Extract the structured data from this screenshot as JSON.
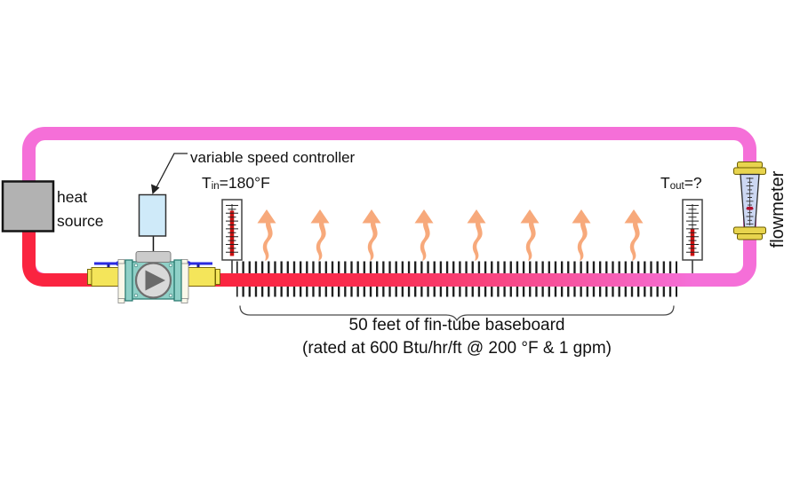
{
  "labels": {
    "variable_speed_controller": "variable speed controller",
    "heat_source_line1": "heat",
    "heat_source_line2": "source",
    "t_in": {
      "prefix": "T",
      "sub": "in",
      "value": "=180°F"
    },
    "t_out": {
      "prefix": "T",
      "sub": "out",
      "value": "=?"
    },
    "flowmeter": "flowmeter",
    "baseboard_line1": "50 feet of fin-tube baseboard",
    "baseboard_line2": "(rated at 600 Btu/hr/ft @ 200 °F & 1 gpm)"
  },
  "readings": {
    "t_in": "180°F",
    "t_out": "?",
    "baseboard_length_ft": 50,
    "rating_btu_hr_ft": 600,
    "rating_temp_f": 200,
    "rating_flow_gpm": 1
  },
  "colors": {
    "pipe_hot": "#fa2440",
    "pipe_cool": "#f56fd8",
    "heat_arrow": "#f7a97b",
    "pump_teal": "#8fd0c7",
    "valve_yellow": "#f4e55a",
    "handle_blue": "#2a2ae0",
    "controller_fill": "#cfeaf9",
    "heat_source_gray": "#b2b2b2",
    "mercury_red": "#cc1111",
    "flowmeter_tube": "#ccd7f2",
    "flange_yellow": "#e8d44e",
    "float_red": "#b01030"
  }
}
